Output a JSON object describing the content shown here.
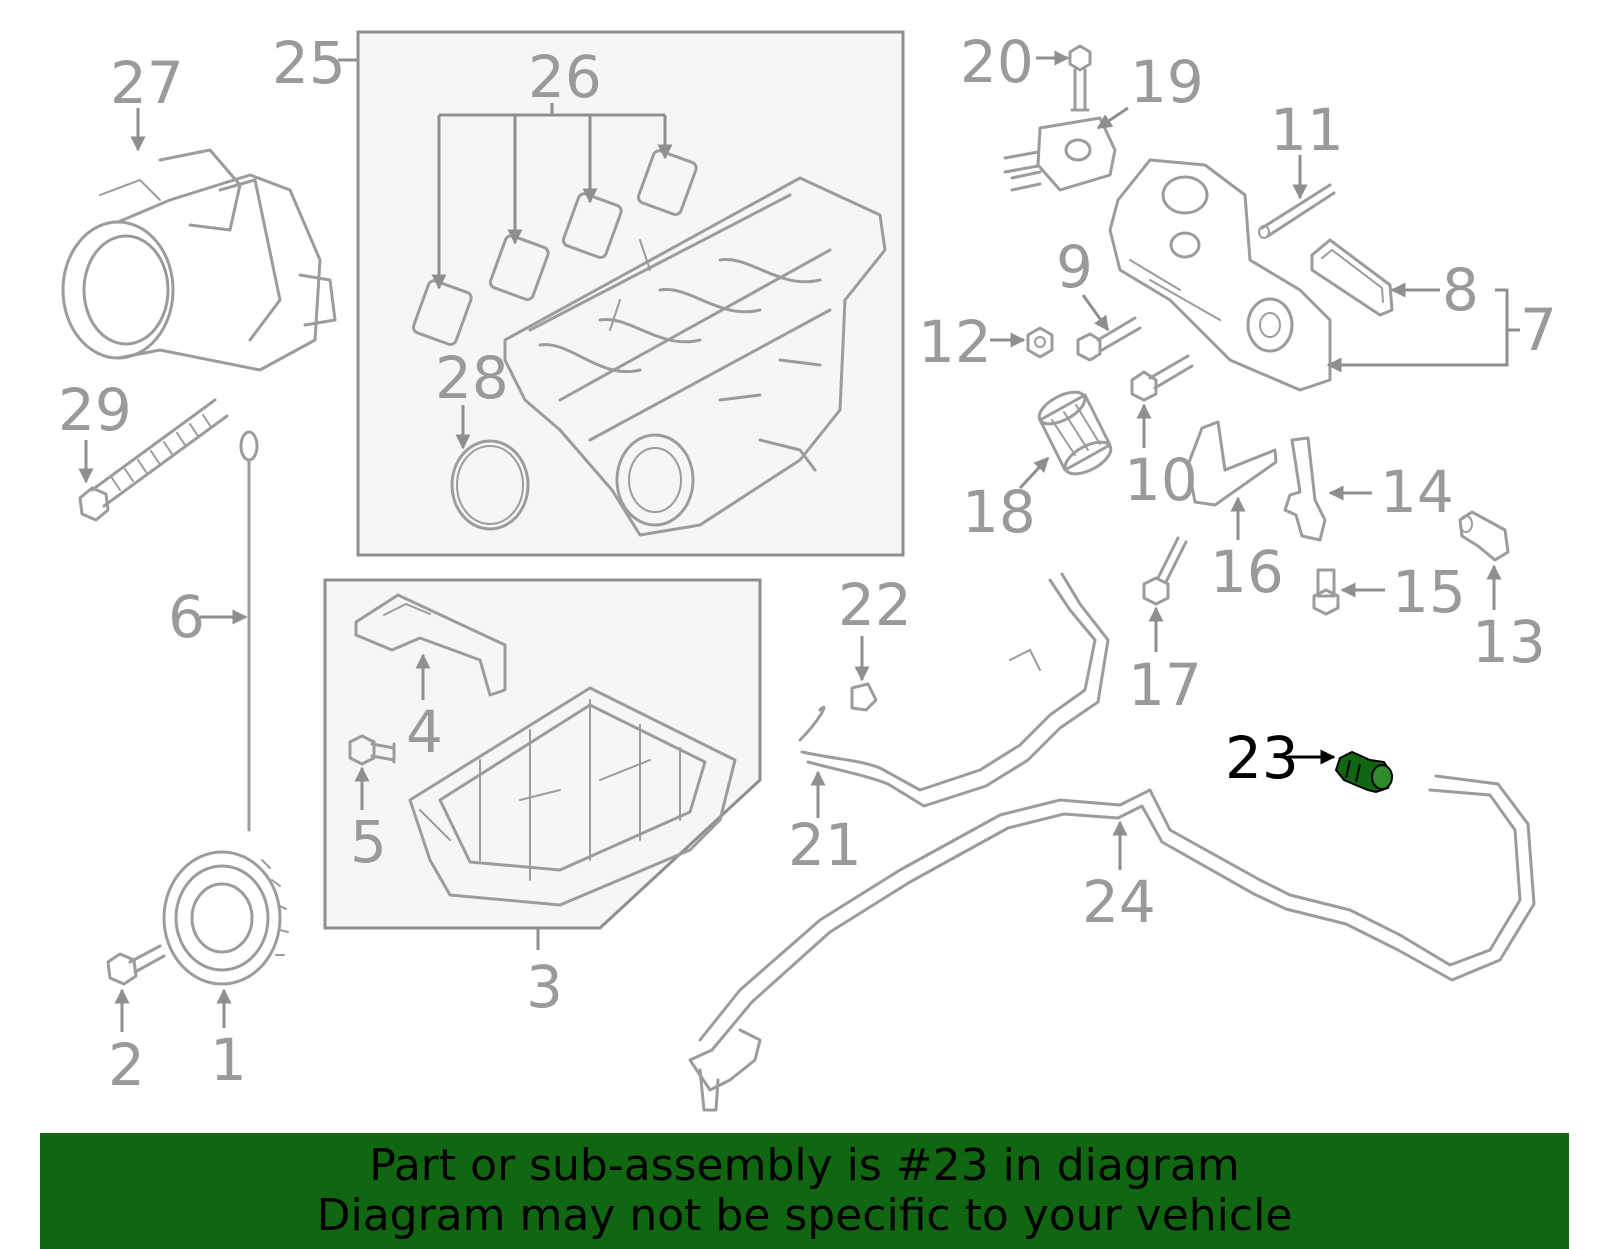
{
  "diagram": {
    "callouts": [
      "1",
      "2",
      "3",
      "4",
      "5",
      "6",
      "7",
      "8",
      "9",
      "10",
      "11",
      "12",
      "13",
      "14",
      "15",
      "16",
      "17",
      "18",
      "19",
      "20",
      "21",
      "22",
      "23",
      "24",
      "25",
      "26",
      "27",
      "28",
      "29"
    ],
    "highlight_callout": "23",
    "highlight_color": "#116611",
    "part_stroke_color": "#9c9c9c"
  },
  "banner": {
    "line1": "Part or sub-assembly is #23 in diagram",
    "line2": "Diagram may not be specific to your vehicle",
    "background": "#116611"
  }
}
